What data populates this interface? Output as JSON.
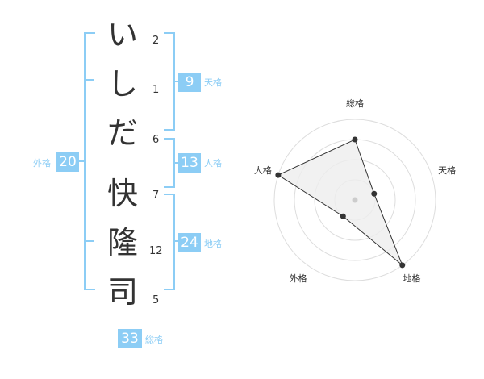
{
  "characters": [
    {
      "char": "い",
      "strokes": "2"
    },
    {
      "char": "し",
      "strokes": "1"
    },
    {
      "char": "だ",
      "strokes": "6"
    },
    {
      "char": "快",
      "strokes": "7"
    },
    {
      "char": "隆",
      "strokes": "12"
    },
    {
      "char": "司",
      "strokes": "5"
    }
  ],
  "fortunes": {
    "tenkaku": {
      "label": "天格",
      "value": "9"
    },
    "jinkaku": {
      "label": "人格",
      "value": "13"
    },
    "chikaku": {
      "label": "地格",
      "value": "24"
    },
    "gaikaku": {
      "label": "外格",
      "value": "20"
    },
    "soukaku": {
      "label": "総格",
      "value": "33"
    }
  },
  "colors": {
    "accent": "#8ccdf5",
    "text": "#333333",
    "grid": "#dddddd",
    "fill": "#eeeeee"
  },
  "radar": {
    "axes": [
      {
        "label": "総格",
        "level": 0.75
      },
      {
        "label": "天格",
        "level": 0.25
      },
      {
        "label": "地格",
        "level": 1.0
      },
      {
        "label": "外格",
        "level": 0.25
      },
      {
        "label": "人格",
        "level": 1.0
      }
    ],
    "rings": 4
  }
}
